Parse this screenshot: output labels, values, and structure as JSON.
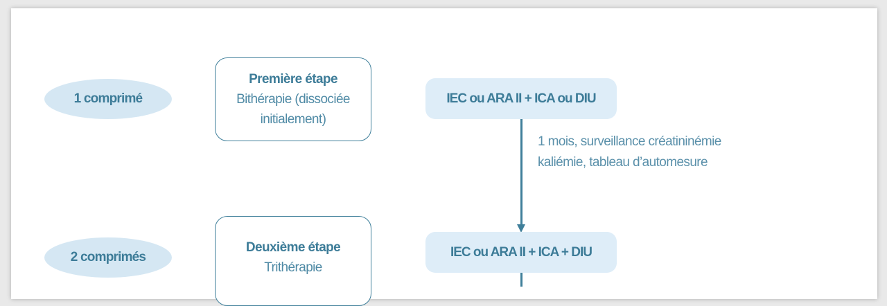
{
  "steps": [
    {
      "pills_label": "1 comprimé",
      "title": "Première étape",
      "subtitle_line1": "Bithérapie (dissociée",
      "subtitle_line2": "initialement)",
      "treatment": "IEC ou ARA II + ICA ou DIU"
    },
    {
      "pills_label": "2 comprimés",
      "title": "Deuxième étape",
      "subtitle_line1": "Trithérapie",
      "treatment": "IEC ou ARA II + ICA + DIU"
    }
  ],
  "transition_note": {
    "line1": "1 mois, surveillance créatininémie",
    "line2": "kaliémie, tableau d’automesure"
  },
  "colors": {
    "accent": "#3f7f9a",
    "ellipse_fill": "#d5e7f3",
    "pill_fill": "#deedf8"
  }
}
